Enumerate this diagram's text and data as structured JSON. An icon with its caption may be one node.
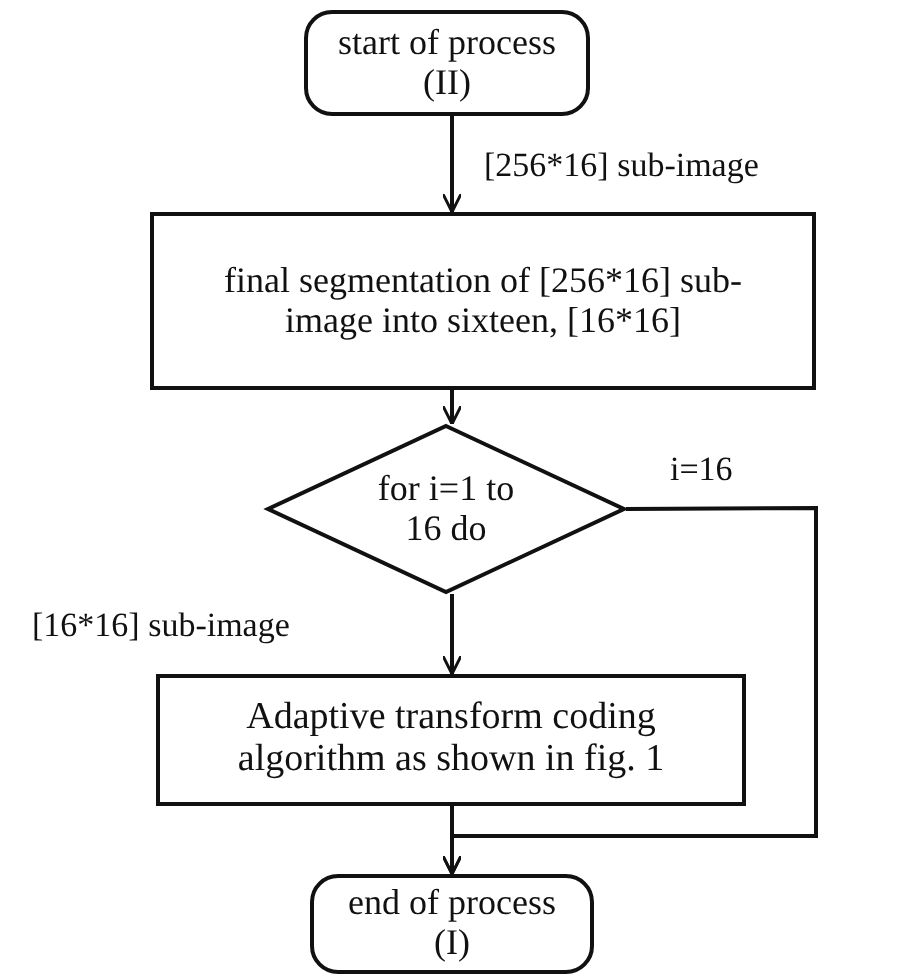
{
  "diagram": {
    "nodes": [
      {
        "text": [
          "start of process (II)"
        ]
      },
      {
        "text": [
          "final segmentation of [256*16] sub-image into sixteen, [16*16]"
        ]
      },
      {
        "text": [
          "for i=1 to 16 do"
        ]
      },
      {
        "text": [
          "Adaptive transform coding algorithm as shown in fig. 1"
        ]
      },
      {
        "text": [
          "end of process (I)"
        ]
      }
    ],
    "edges": [
      {
        "from": 0,
        "to": 1,
        "arrow": "to",
        "label": "[256*16] sub-image"
      },
      {
        "from": 1,
        "to": 2,
        "arrow": "to"
      },
      {
        "from": 2,
        "to": 3,
        "arrow": "to",
        "label": "[16*16] sub-image"
      },
      {
        "from": 2,
        "to": 4,
        "arrow": "to",
        "label": "i=16"
      },
      {
        "from": 3,
        "to": 4,
        "arrow": "to"
      }
    ]
  }
}
